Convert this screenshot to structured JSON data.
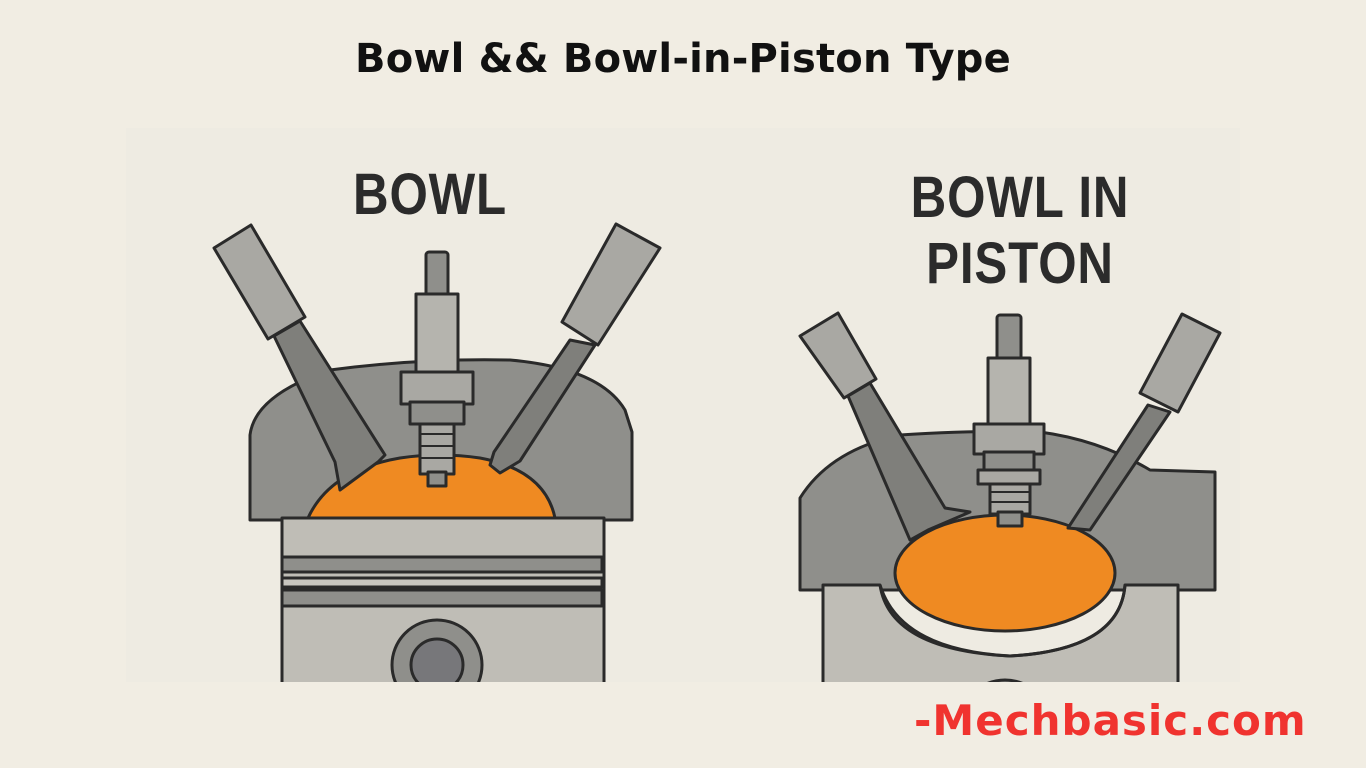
{
  "header": {
    "title": "Bowl && Bowl-in-Piston Type"
  },
  "diagrams": [
    {
      "id": "bowl",
      "label": "BOWL",
      "parts": [
        "intake-valve",
        "exhaust-valve",
        "spark-plug",
        "cylinder-head",
        "combustion-chamber-bowl",
        "piston",
        "piston-rings",
        "piston-pin"
      ]
    },
    {
      "id": "bowl-in-piston",
      "label_line1": "BOWL IN",
      "label_line2": "PISTON",
      "parts": [
        "intake-valve",
        "exhaust-valve",
        "spark-plug",
        "cylinder-head",
        "combustion-bowl-in-piston",
        "piston"
      ]
    }
  ],
  "colors": {
    "background": "#f1ede3",
    "combustion": "#ef8a22",
    "metal_light": "#bfbdb6",
    "metal_dark": "#8a8a86",
    "outline": "#2a2a2a",
    "watermark": "#f0332f"
  },
  "footer": {
    "watermark": "-Mechbasic.com"
  }
}
